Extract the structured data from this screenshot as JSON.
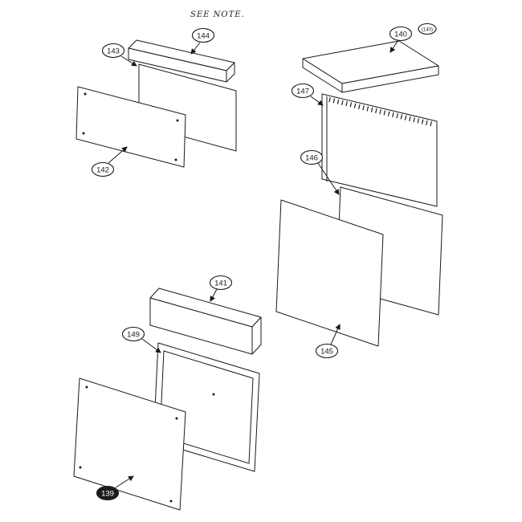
{
  "note": "SEE NOTE.",
  "callouts": {
    "c144": {
      "label": "144"
    },
    "c143": {
      "label": "143"
    },
    "c142": {
      "label": "142"
    },
    "c140": {
      "label": "140"
    },
    "c140b": {
      "label": "(140)"
    },
    "c147": {
      "label": "147"
    },
    "c146": {
      "label": "146"
    },
    "c145": {
      "label": "145"
    },
    "c141": {
      "label": "141"
    },
    "c149": {
      "label": "149"
    },
    "c139": {
      "label": "139"
    }
  },
  "colors": {
    "line": "#1a1a1a",
    "background": "#ffffff",
    "dark_callout_fill": "#1c1c1c"
  }
}
